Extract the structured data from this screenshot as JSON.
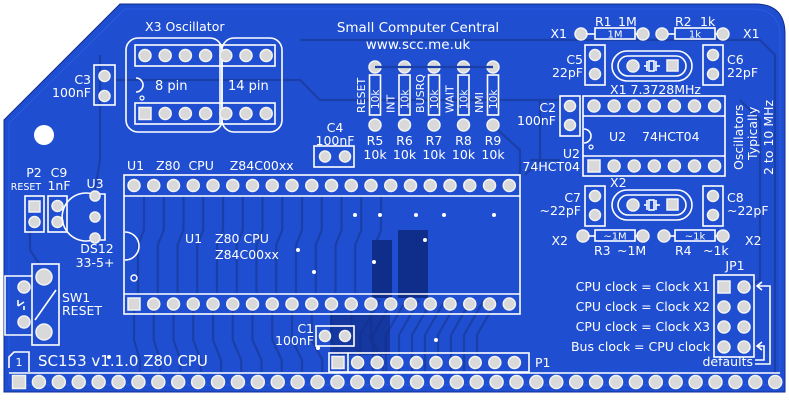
{
  "board": {
    "name": "SC153 v1.1.0 Z80 CPU",
    "pin1_marker": "1",
    "colors": {
      "board": "#1f4fd0",
      "board_dark": "#0f2e8c",
      "silkscreen": "#ffffff",
      "pad": "#d9d9d9",
      "background": "#ffffff"
    }
  },
  "header": {
    "maker": "Small Computer Central",
    "url": "www.scc.me.uk"
  },
  "oscillator_x3": {
    "label": "X3  Oscillator",
    "left_label": "8 pin",
    "right_label": "14 pin"
  },
  "caps": {
    "c1": {
      "ref": "C1",
      "value": "100nF"
    },
    "c2": {
      "ref": "C2",
      "value": "100nF"
    },
    "c3": {
      "ref": "C3",
      "value": "100nF"
    },
    "c4": {
      "ref": "C4",
      "value": "100nF"
    },
    "c5": {
      "ref": "C5",
      "value": "22pF"
    },
    "c6": {
      "ref": "C6",
      "value": "22pF"
    },
    "c7": {
      "ref": "C7",
      "value": "~22pF"
    },
    "c8": {
      "ref": "C8",
      "value": "~22pF"
    },
    "c9": {
      "ref": "C9",
      "value": "1nF"
    }
  },
  "pullups": [
    {
      "signal": "RESET",
      "ref": "R5",
      "value": "10k",
      "body": "10k"
    },
    {
      "signal": "INT",
      "ref": "R6",
      "value": "10k",
      "body": "10k"
    },
    {
      "signal": "BUSRQ",
      "ref": "R7",
      "value": "10k",
      "body": "10k"
    },
    {
      "signal": "WAIT",
      "ref": "R8",
      "value": "10k",
      "body": "10k"
    },
    {
      "signal": "NMI",
      "ref": "R9",
      "value": "10k",
      "body": "10k"
    }
  ],
  "clock_x1": {
    "net": "X1",
    "r1": {
      "ref": "R1",
      "value": "1M",
      "body": "1M"
    },
    "r2": {
      "ref": "R2",
      "value": "1k",
      "body": "1k"
    },
    "crystal": "X1  7.3728MHz"
  },
  "clock_x2": {
    "net": "X2",
    "crystal": "X2",
    "r3": {
      "ref": "R3",
      "value": "~1M",
      "body": "~1M"
    },
    "r4": {
      "ref": "R4",
      "value": "~1k",
      "body": "~1k"
    }
  },
  "u2": {
    "ref": "U2",
    "part": "74HCT04",
    "inner": "U2    74HCT04"
  },
  "side_note": {
    "line1": "Oscillators",
    "line2": "Typically",
    "line3": "2 to 10 MHz"
  },
  "u1": {
    "ref": "U1",
    "part": "Z80 CPU",
    "variant": "Z84C00xx",
    "top_label": "U1   Z80  CPU    Z84C00xx"
  },
  "u3": {
    "ref": "U3",
    "part_line1": "DS12",
    "part_line2": "33-5+"
  },
  "p2": {
    "ref": "P2",
    "function": "RESET"
  },
  "sw1": {
    "ref": "SW1",
    "function": "RESET"
  },
  "p1": {
    "ref": "P1"
  },
  "jp1": {
    "ref": "JP1",
    "options": [
      "CPU clock = Clock X1",
      "CPU clock = Clock X2",
      "CPU clock = Clock X3",
      "Bus clock = CPU clock"
    ],
    "defaults_label": "defaults"
  }
}
